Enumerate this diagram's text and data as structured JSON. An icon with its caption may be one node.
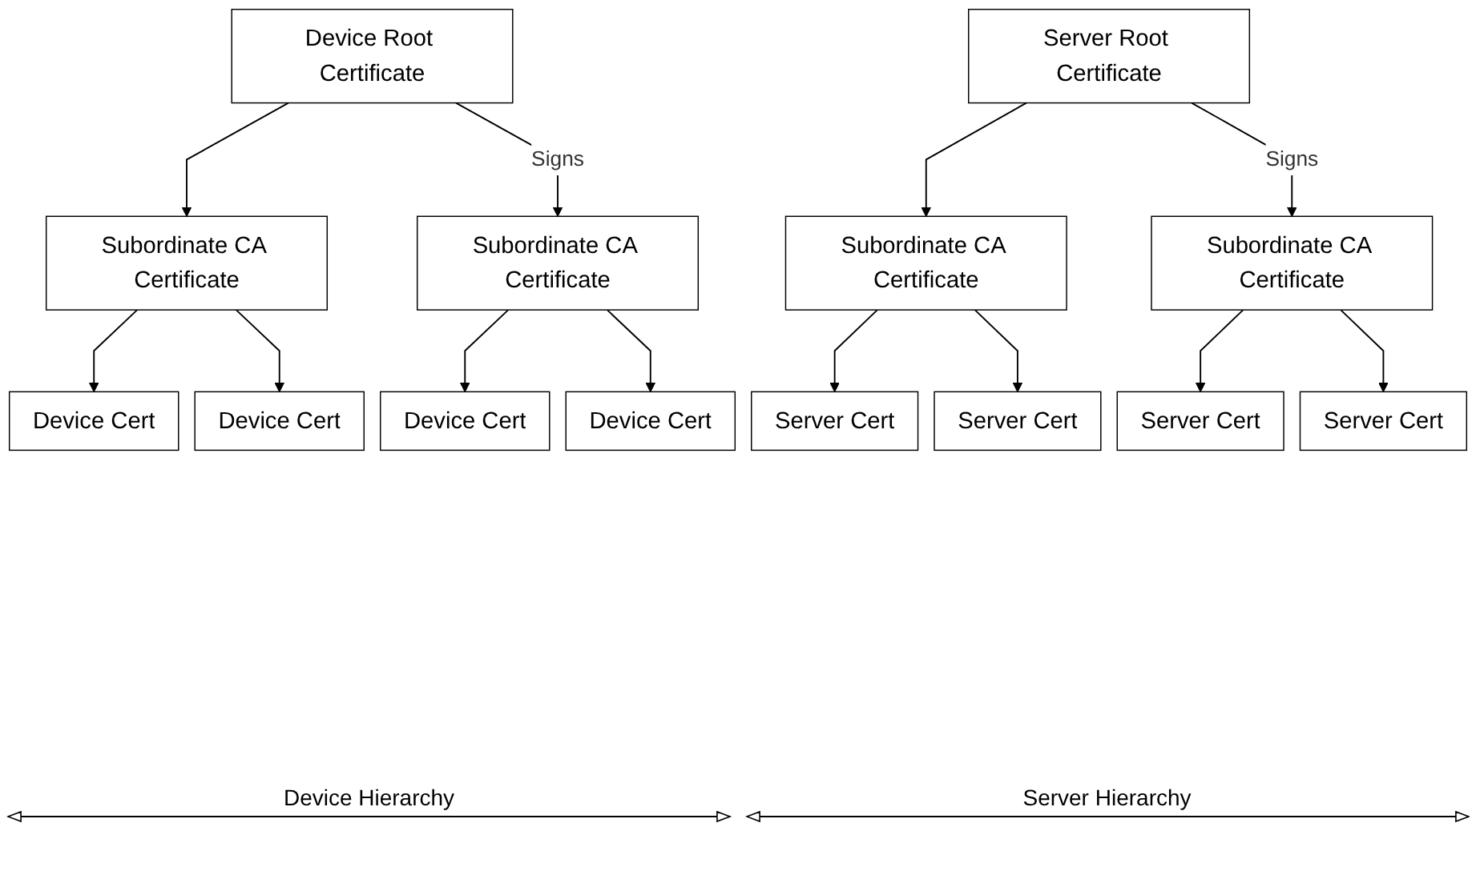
{
  "diagram": {
    "nodes": [
      {
        "text": [
          "Device Root Certificate"
        ]
      },
      {
        "text": [
          "Subordinate CA Certificate"
        ]
      },
      {
        "text": [
          "Subordinate CA Certificate"
        ]
      },
      {
        "text": [
          "Device Cert"
        ]
      },
      {
        "text": [
          "Device Cert"
        ]
      },
      {
        "text": [
          "Device Cert"
        ]
      },
      {
        "text": [
          "Device Cert"
        ]
      },
      {
        "text": [
          "Server Root Certificate"
        ]
      },
      {
        "text": [
          "Subordinate CA Certificate"
        ]
      },
      {
        "text": [
          "Subordinate CA Certificate"
        ]
      },
      {
        "text": [
          "Server Cert"
        ]
      },
      {
        "text": [
          "Server Cert"
        ]
      },
      {
        "text": [
          "Server Cert"
        ]
      },
      {
        "text": [
          "Server Cert"
        ]
      }
    ],
    "edges": [
      {
        "from": 0,
        "to": 1,
        "arrow": "to"
      },
      {
        "from": 0,
        "to": 2,
        "arrow": "to",
        "label": "Signs"
      },
      {
        "from": 1,
        "to": 3,
        "arrow": "to"
      },
      {
        "from": 1,
        "to": 4,
        "arrow": "to"
      },
      {
        "from": 2,
        "to": 5,
        "arrow": "to"
      },
      {
        "from": 2,
        "to": 6,
        "arrow": "to"
      },
      {
        "from": 7,
        "to": 8,
        "arrow": "to"
      },
      {
        "from": 7,
        "to": 9,
        "arrow": "to",
        "label": "Signs"
      },
      {
        "from": 8,
        "to": 10,
        "arrow": "to"
      },
      {
        "from": 8,
        "to": 11,
        "arrow": "to"
      },
      {
        "from": 9,
        "to": 12,
        "arrow": "to"
      },
      {
        "from": 9,
        "to": 13,
        "arrow": "to"
      }
    ],
    "labels": [
      "Device Hierarchy",
      "Server Hierarchy"
    ]
  }
}
